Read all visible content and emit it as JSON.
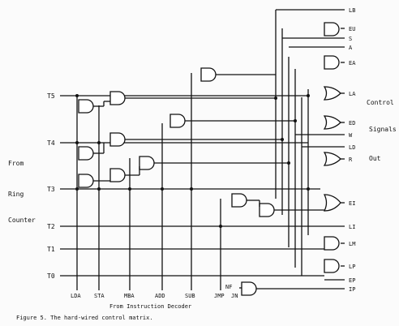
{
  "left_labels": {
    "from": "From",
    "ring": "Ring",
    "counter": "Counter"
  },
  "right_labels": {
    "control": "Control",
    "signals": "Signals",
    "out": "Out"
  },
  "timing_inputs": [
    "T5",
    "T4",
    "T3",
    "T2",
    "T1",
    "T0"
  ],
  "instruction_inputs": [
    "LDA",
    "STA",
    "MBA",
    "ADD",
    "SUB",
    "JMP",
    "JN"
  ],
  "flag": "NF",
  "bottom_label": "From Instruction Decoder",
  "outputs": [
    "LB",
    "EU",
    "S",
    "A",
    "EA",
    "LA",
    "ED",
    "W",
    "LD",
    "R",
    "EI",
    "LI",
    "LM",
    "LP",
    "EP",
    "IP"
  ],
  "caption": "Figure 5.  The hard-wired control matrix."
}
